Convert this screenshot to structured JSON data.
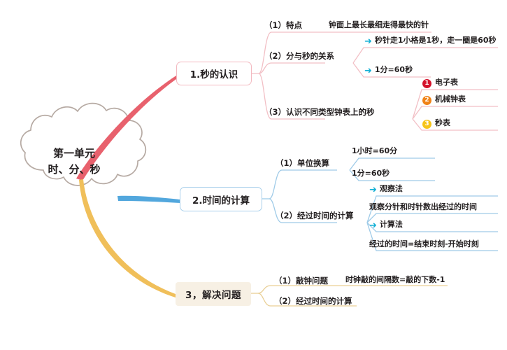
{
  "title": "第一单元 思维导图",
  "center": {
    "name": "center-cloud",
    "line1": "第一单元",
    "line2": "时、分、秒",
    "shape": "cloud",
    "outline_color": "#b6aaa3"
  },
  "colors": {
    "branch_red": "#e8616d",
    "branch_blue": "#52a7dd",
    "branch_yellow": "#f0bf5a",
    "node1_border": "#f3b9c0",
    "node2_border": "#a8cfeb",
    "node3_fill": "#f7f0e4",
    "leafline_red": "#f2bfc5",
    "leafline_blue": "#9fcbe8",
    "leafline_yellow": "#e9cf95",
    "arrow_cyan": "#13b0d5",
    "badge1": "#d4112a",
    "badge2": "#f08318",
    "badge3": "#f6c419",
    "text": "#231f20"
  },
  "branches": [
    {
      "id": "branch-1",
      "node_label": "1.秒的认识",
      "color": "#e8616d",
      "children": [
        {
          "label": "（1）特点",
          "leaves": [
            {
              "text": "钟面上最长最细走得最快的针",
              "icon": "none"
            }
          ]
        },
        {
          "label": "（2）分与秒的关系",
          "leaves": [
            {
              "text": "秒针走1小格是1秒，走一圈是60秒",
              "icon": "arrow-right-icon"
            },
            {
              "text": "1分=60秒",
              "icon": "arrow-right-icon"
            }
          ]
        },
        {
          "label": "（3）认识不同类型钟表上的秒",
          "leaves": [
            {
              "text": "电子表",
              "icon": "badge-1",
              "badge": "1"
            },
            {
              "text": "机械钟表",
              "icon": "badge-2",
              "badge": "2"
            },
            {
              "text": "秒表",
              "icon": "badge-3",
              "badge": "3"
            }
          ]
        }
      ]
    },
    {
      "id": "branch-2",
      "node_label": "2.时间的计算",
      "color": "#52a7dd",
      "children": [
        {
          "label": "（1）单位换算",
          "leaves": [
            {
              "text": "1小时=60分",
              "icon": "none"
            },
            {
              "text": "1分=60秒",
              "icon": "none"
            }
          ]
        },
        {
          "label": "（2）经过时间的计算",
          "leaves": [
            {
              "text": "观察法",
              "icon": "arrow-right-icon"
            },
            {
              "text": "观察分针和时针数出经过的时间",
              "icon": "none"
            },
            {
              "text": "计算法",
              "icon": "arrow-right-icon"
            },
            {
              "text": "经过的时间=结束时刻-开始时刻",
              "icon": "none"
            }
          ]
        }
      ]
    },
    {
      "id": "branch-3",
      "node_label": "3，解决问题",
      "color": "#f0bf5a",
      "children": [
        {
          "label": "（1）敲钟问题",
          "leaves": [
            {
              "text": "时钟敲的间隔数=敲的下数-1",
              "icon": "none"
            }
          ]
        },
        {
          "label": "（2）经过时间的计算",
          "leaves": []
        }
      ]
    }
  ]
}
